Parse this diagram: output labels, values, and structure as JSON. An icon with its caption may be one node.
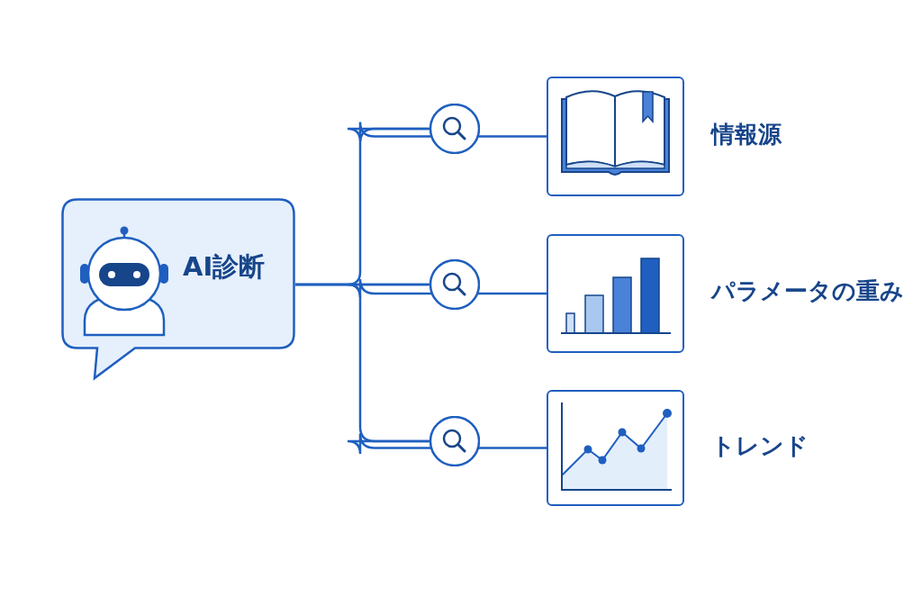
{
  "diagram": {
    "nodes": [
      {
        "text": [
          "AI診断"
        ]
      },
      {
        "text": [],
        "shape": "circle"
      },
      {
        "text": [],
        "shape": "circle"
      },
      {
        "text": [],
        "shape": "circle"
      },
      {
        "text": [],
        "shape": "picture",
        "beside": [
          "情報源"
        ]
      },
      {
        "text": [],
        "shape": "picture",
        "beside": [
          "パラメータの重み"
        ]
      },
      {
        "text": [],
        "shape": "picture",
        "beside": [
          "トレンド"
        ]
      }
    ],
    "edges": [
      {
        "from": 0,
        "to": 1,
        "arrow": "none"
      },
      {
        "from": 0,
        "to": 2,
        "arrow": "none"
      },
      {
        "from": 0,
        "to": 3,
        "arrow": "none"
      },
      {
        "from": 1,
        "to": 4,
        "arrow": "none"
      },
      {
        "from": 2,
        "to": 5,
        "arrow": "none"
      },
      {
        "from": 3,
        "to": 6,
        "arrow": "none"
      }
    ]
  }
}
